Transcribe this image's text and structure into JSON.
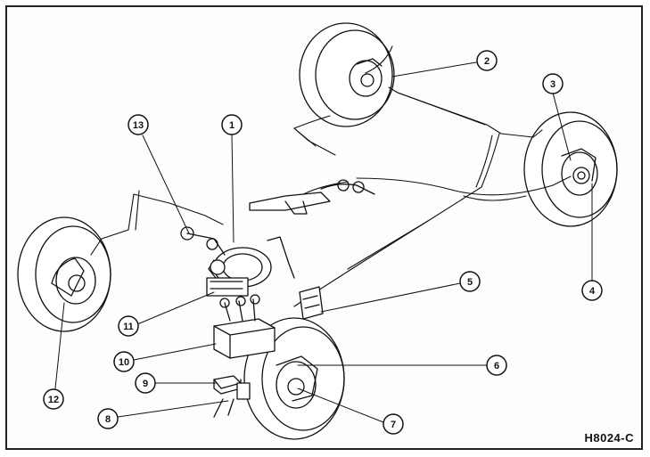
{
  "diagram": {
    "part_code": "H8024-C",
    "callouts": [
      {
        "id": "callout-1",
        "label": "1"
      },
      {
        "id": "callout-2",
        "label": "2"
      },
      {
        "id": "callout-3",
        "label": "3"
      },
      {
        "id": "callout-4",
        "label": "4"
      },
      {
        "id": "callout-5",
        "label": "5"
      },
      {
        "id": "callout-6",
        "label": "6"
      },
      {
        "id": "callout-7",
        "label": "7"
      },
      {
        "id": "callout-8",
        "label": "8"
      },
      {
        "id": "callout-9",
        "label": "9"
      },
      {
        "id": "callout-10",
        "label": "10"
      },
      {
        "id": "callout-11",
        "label": "11"
      },
      {
        "id": "callout-12",
        "label": "12"
      },
      {
        "id": "callout-13",
        "label": "13"
      }
    ],
    "colors": {
      "ink": "#111111",
      "background": "#fdfdfb",
      "frame": "#222222"
    }
  }
}
